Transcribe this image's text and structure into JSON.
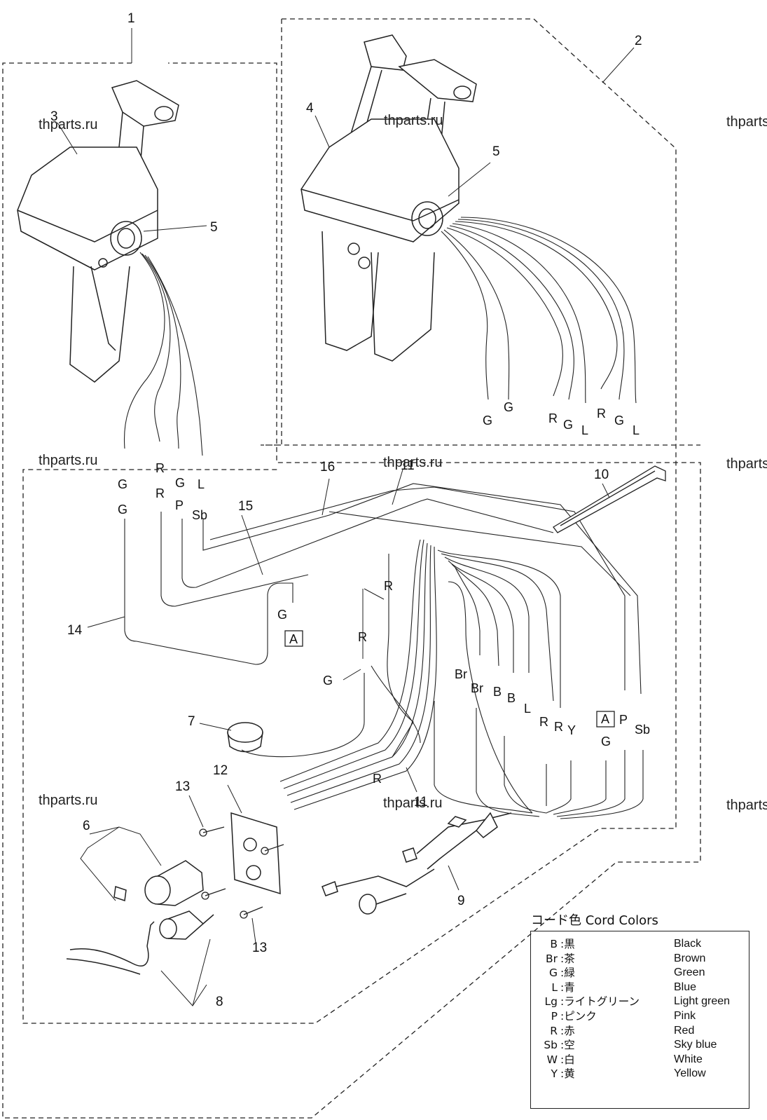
{
  "watermark": "thparts.ru",
  "callouts": {
    "n1": "1",
    "n2": "2",
    "n3": "3",
    "n4": "4",
    "n5": "5",
    "n6": "6",
    "n7": "7",
    "n8": "8",
    "n9": "9",
    "n10": "10",
    "n11": "11",
    "n12": "12",
    "n13": "13",
    "n14": "14",
    "n15": "15",
    "n16": "16"
  },
  "wire_labels": {
    "G": "G",
    "R": "R",
    "P": "P",
    "L": "L",
    "Sb": "Sb",
    "B": "B",
    "Br": "Br",
    "Y": "Y",
    "A": "A"
  },
  "legend": {
    "title": "コード色 Cord Colors",
    "rows": [
      {
        "code": "B",
        "jp": ":黒",
        "en": "Black"
      },
      {
        "code": "Br",
        "jp": ":茶",
        "en": "Brown"
      },
      {
        "code": "G",
        "jp": ":緑",
        "en": "Green"
      },
      {
        "code": "L",
        "jp": ":青",
        "en": "Blue"
      },
      {
        "code": "Lg",
        "jp": ":ライトグリーン",
        "en": "Light green"
      },
      {
        "code": "P",
        "jp": ":ピンク",
        "en": "Pink"
      },
      {
        "code": "R",
        "jp": ":赤",
        "en": "Red"
      },
      {
        "code": "Sb",
        "jp": ":空",
        "en": "Sky blue"
      },
      {
        "code": "W",
        "jp": ":白",
        "en": "White"
      },
      {
        "code": "Y",
        "jp": ":黄",
        "en": "Yellow"
      }
    ]
  },
  "colors": {
    "line": "#111111",
    "background": "#ffffff",
    "fill_dark": "#222222"
  }
}
